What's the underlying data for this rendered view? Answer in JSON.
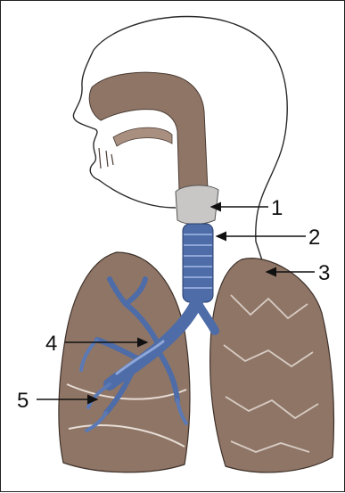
{
  "figure": {
    "labels": [
      {
        "id": "1",
        "text": "1"
      },
      {
        "id": "2",
        "text": "2"
      },
      {
        "id": "3",
        "text": "3"
      },
      {
        "id": "4",
        "text": "4"
      },
      {
        "id": "5",
        "text": "5"
      }
    ]
  },
  "colors": {
    "outline": "#2a2a2a",
    "tissue_brown": "#8f7566",
    "tissue_brown_light": "#a88f80",
    "lung_texture": "#d7ccc4",
    "bronchi_blue": "#4d6ca8",
    "bronchi_light": "#8ea6d8",
    "larynx_gray": "#c9c6c6"
  }
}
